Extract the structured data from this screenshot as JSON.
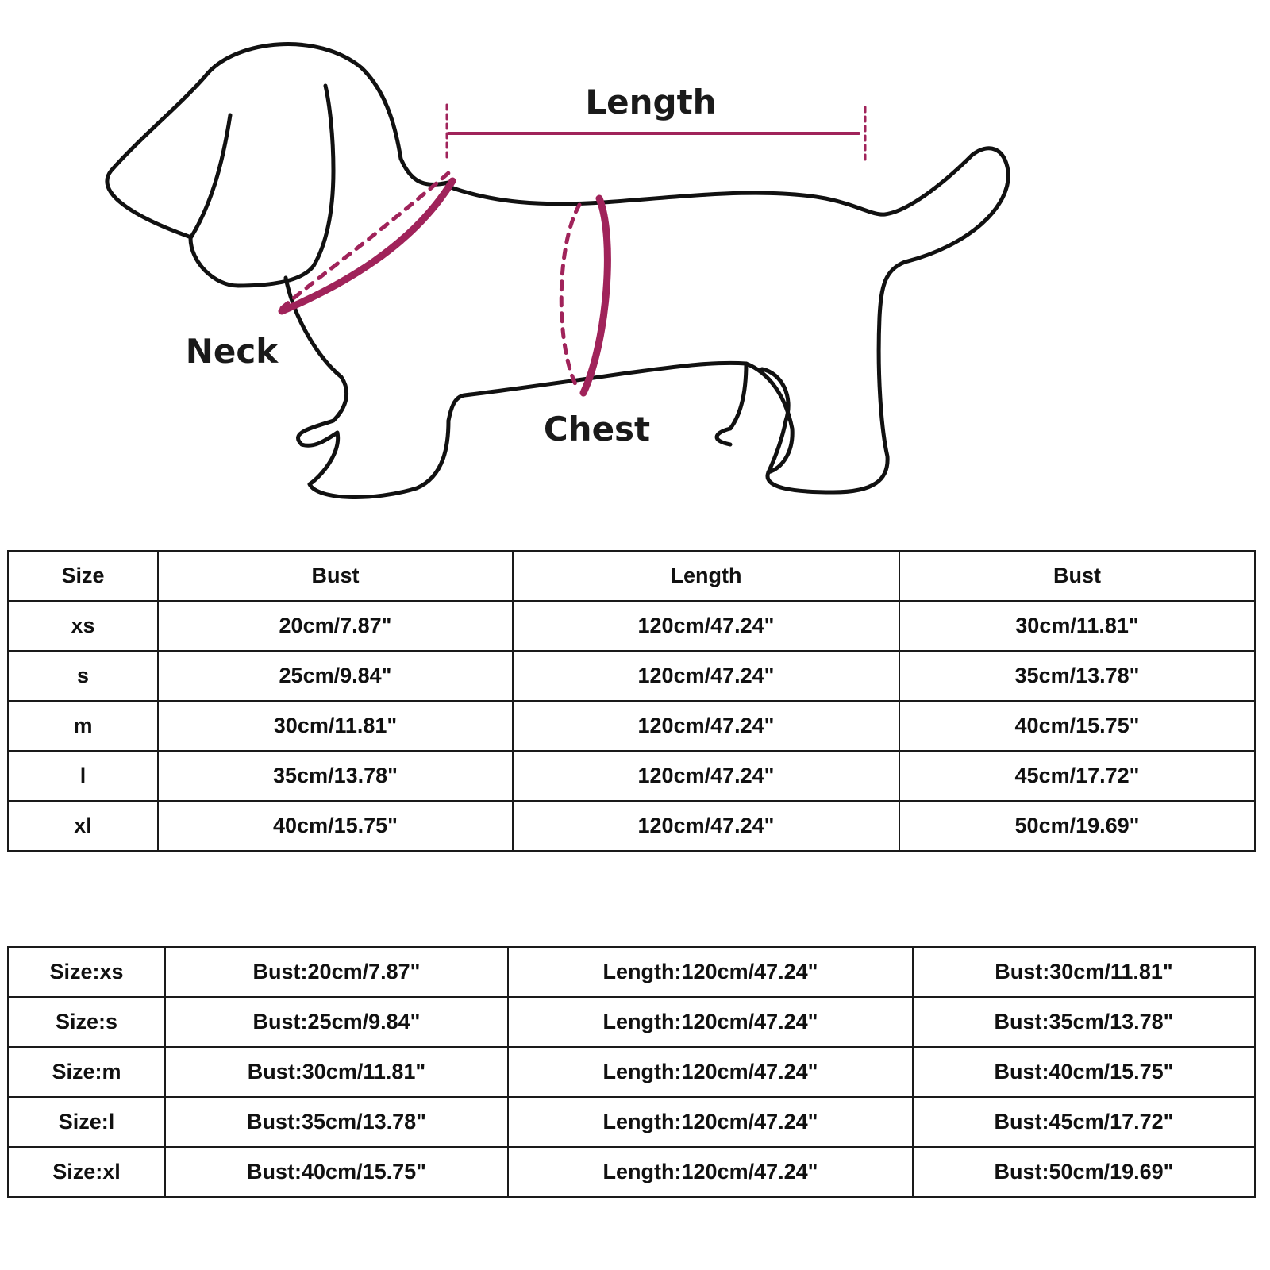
{
  "diagram": {
    "labels": {
      "length": "Length",
      "neck": "Neck",
      "chest": "Chest"
    },
    "outline_color": "#111111",
    "measure_color": "#a0235a"
  },
  "table1": {
    "headers": [
      "Size",
      "Bust",
      "Length",
      "Bust"
    ],
    "rows": [
      [
        "xs",
        "20cm/7.87\"",
        "120cm/47.24\"",
        "30cm/11.81\""
      ],
      [
        "s",
        "25cm/9.84\"",
        "120cm/47.24\"",
        "35cm/13.78\""
      ],
      [
        "m",
        "30cm/11.81\"",
        "120cm/47.24\"",
        "40cm/15.75\""
      ],
      [
        "l",
        "35cm/13.78\"",
        "120cm/47.24\"",
        "45cm/17.72\""
      ],
      [
        "xl",
        "40cm/15.75\"",
        "120cm/47.24\"",
        "50cm/19.69\""
      ]
    ]
  },
  "table2": {
    "rows": [
      [
        "Size:xs",
        "Bust:20cm/7.87\"",
        "Length:120cm/47.24\"",
        "Bust:30cm/11.81\""
      ],
      [
        "Size:s",
        "Bust:25cm/9.84\"",
        "Length:120cm/47.24\"",
        "Bust:35cm/13.78\""
      ],
      [
        "Size:m",
        "Bust:30cm/11.81\"",
        "Length:120cm/47.24\"",
        "Bust:40cm/15.75\""
      ],
      [
        "Size:l",
        "Bust:35cm/13.78\"",
        "Length:120cm/47.24\"",
        "Bust:45cm/17.72\""
      ],
      [
        "Size:xl",
        "Bust:40cm/15.75\"",
        "Length:120cm/47.24\"",
        "Bust:50cm/19.69\""
      ]
    ]
  }
}
